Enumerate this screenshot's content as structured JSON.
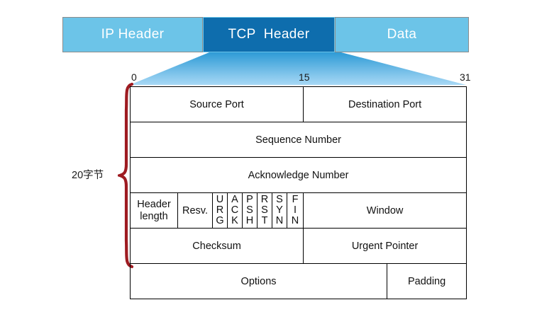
{
  "packet_bar": {
    "segments": [
      {
        "label": "IP Header",
        "color": "#6CC4E8",
        "state": "normal"
      },
      {
        "label": "TCP  Header",
        "color": "#0E6DAD",
        "state": "highlighted"
      },
      {
        "label": "Data",
        "color": "#6CC4E8",
        "state": "normal"
      }
    ]
  },
  "bit_ruler": {
    "ticks": [
      "0",
      "15",
      "31"
    ]
  },
  "annotation": {
    "brace_label": "20字节",
    "brace_color": "#9E1B21"
  },
  "tcp_header": {
    "rows": [
      {
        "name": "ports-row",
        "cells": [
          {
            "label": "Source Port",
            "bits": 16
          },
          {
            "label": "Destination Port",
            "bits": 16
          }
        ]
      },
      {
        "name": "sequence-row",
        "cells": [
          {
            "label": "Sequence Number",
            "bits": 32
          }
        ]
      },
      {
        "name": "acknowledge-row",
        "cells": [
          {
            "label": "Acknowledge Number",
            "bits": 32
          }
        ]
      },
      {
        "name": "flags-row",
        "cells": [
          {
            "label": "Header length",
            "bits": 4
          },
          {
            "label": "Resv.",
            "bits": 6
          },
          {
            "label": "URG",
            "bits": 1,
            "vertical": true
          },
          {
            "label": "ACK",
            "bits": 1,
            "vertical": true
          },
          {
            "label": "PSH",
            "bits": 1,
            "vertical": true
          },
          {
            "label": "RST",
            "bits": 1,
            "vertical": true
          },
          {
            "label": "SYN",
            "bits": 1,
            "vertical": true
          },
          {
            "label": "FIN",
            "bits": 1,
            "vertical": true
          },
          {
            "label": "Window",
            "bits": 16
          }
        ]
      },
      {
        "name": "checksum-row",
        "cells": [
          {
            "label": "Checksum",
            "bits": 16
          },
          {
            "label": "Urgent Pointer",
            "bits": 16
          }
        ]
      },
      {
        "name": "options-row",
        "cells": [
          {
            "label": "Options",
            "bits": 24,
            "divider": "dashed"
          },
          {
            "label": "Padding",
            "bits": 8
          }
        ]
      }
    ]
  }
}
